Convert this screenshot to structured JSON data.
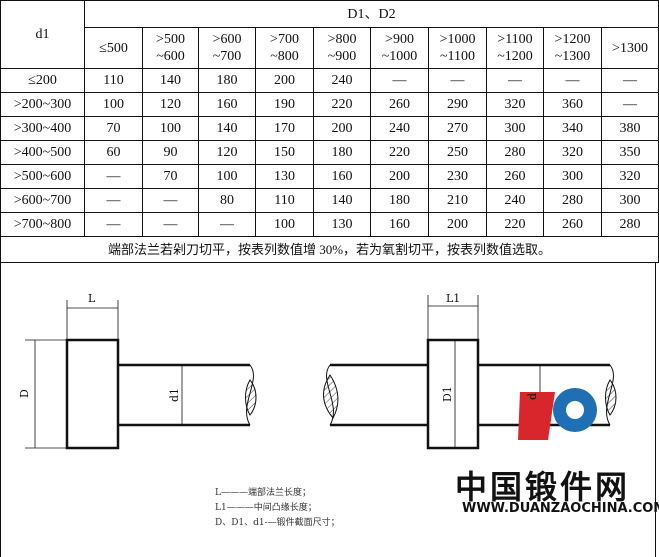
{
  "table": {
    "row_header": "d1",
    "group_header": "D1、D2",
    "columns": [
      [
        "≤500",
        ""
      ],
      [
        ">500",
        "~600"
      ],
      [
        ">600",
        "~700"
      ],
      [
        ">700",
        "~800"
      ],
      [
        ">800",
        "~900"
      ],
      [
        ">900",
        "~1000"
      ],
      [
        ">1000",
        "~1100"
      ],
      [
        ">1100",
        "~1200"
      ],
      [
        ">1200",
        "~1300"
      ],
      [
        ">1300",
        ""
      ]
    ],
    "rows": [
      {
        "d1": "≤200",
        "values": [
          "110",
          "140",
          "180",
          "200",
          "240",
          "—",
          "—",
          "—",
          "—",
          "—"
        ]
      },
      {
        "d1": ">200~300",
        "values": [
          "100",
          "120",
          "160",
          "190",
          "220",
          "260",
          "290",
          "320",
          "360",
          "—"
        ]
      },
      {
        "d1": ">300~400",
        "values": [
          "70",
          "100",
          "140",
          "170",
          "200",
          "240",
          "270",
          "300",
          "340",
          "380"
        ]
      },
      {
        "d1": ">400~500",
        "values": [
          "60",
          "90",
          "120",
          "150",
          "180",
          "220",
          "250",
          "280",
          "320",
          "350"
        ]
      },
      {
        "d1": ">500~600",
        "values": [
          "—",
          "70",
          "100",
          "130",
          "160",
          "200",
          "230",
          "260",
          "300",
          "320"
        ]
      },
      {
        "d1": ">600~700",
        "values": [
          "—",
          "—",
          "80",
          "110",
          "140",
          "180",
          "210",
          "240",
          "280",
          "300"
        ]
      },
      {
        "d1": ">700~800",
        "values": [
          "—",
          "—",
          "—",
          "100",
          "130",
          "160",
          "200",
          "220",
          "260",
          "280"
        ]
      }
    ],
    "note": "端部法兰若剁刀切平，按表列数值增 30%，若为氧割切平，按表列数值选取。"
  },
  "drawing": {
    "left": {
      "L": "L",
      "D": "D",
      "d1": "d1"
    },
    "right": {
      "L1": "L1",
      "D1": "D1",
      "d": "d"
    }
  },
  "legend": [
    "L———端部法兰长度；",
    "L1———中间凸缘长度；",
    "D、D1、d1-—锻件截面尺寸；"
  ],
  "watermark": {
    "name": "中国锻件网",
    "url": "WWW.DUANZAOCHINA.COM",
    "colors": {
      "red": "#d8262c",
      "blue": "#1f6fb5"
    }
  }
}
